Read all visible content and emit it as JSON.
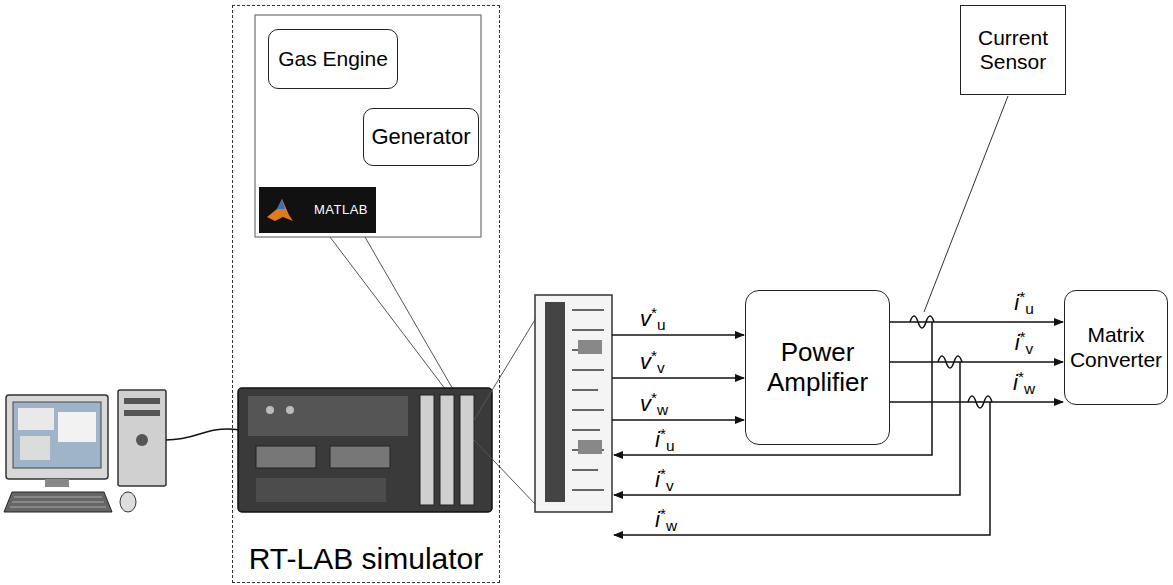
{
  "diagram": {
    "nodes": [
      {
        "text": [
          "RT-LAB simulator"
        ]
      },
      {
        "text": [
          "Gas Engine"
        ],
        "in": 0
      },
      {
        "text": [
          "Generator"
        ],
        "in": 0
      },
      {
        "text": [
          "MATLAB"
        ],
        "in": 0
      },
      {
        "text": [
          "Power Amplifier"
        ]
      },
      {
        "text": [
          "Current Sensor"
        ]
      },
      {
        "text": [
          "Matrix Converter"
        ]
      }
    ],
    "edges": [
      {
        "from": 4,
        "to": 6,
        "arrow": "to",
        "label": "i*u"
      },
      {
        "from": 4,
        "to": 6,
        "arrow": "to",
        "label": "i*v"
      },
      {
        "from": 4,
        "to": 6,
        "arrow": "to",
        "label": "i*w"
      }
    ],
    "labels": [
      "v*u",
      "v*v",
      "v*w",
      "i*u",
      "i*v",
      "i*w"
    ]
  }
}
